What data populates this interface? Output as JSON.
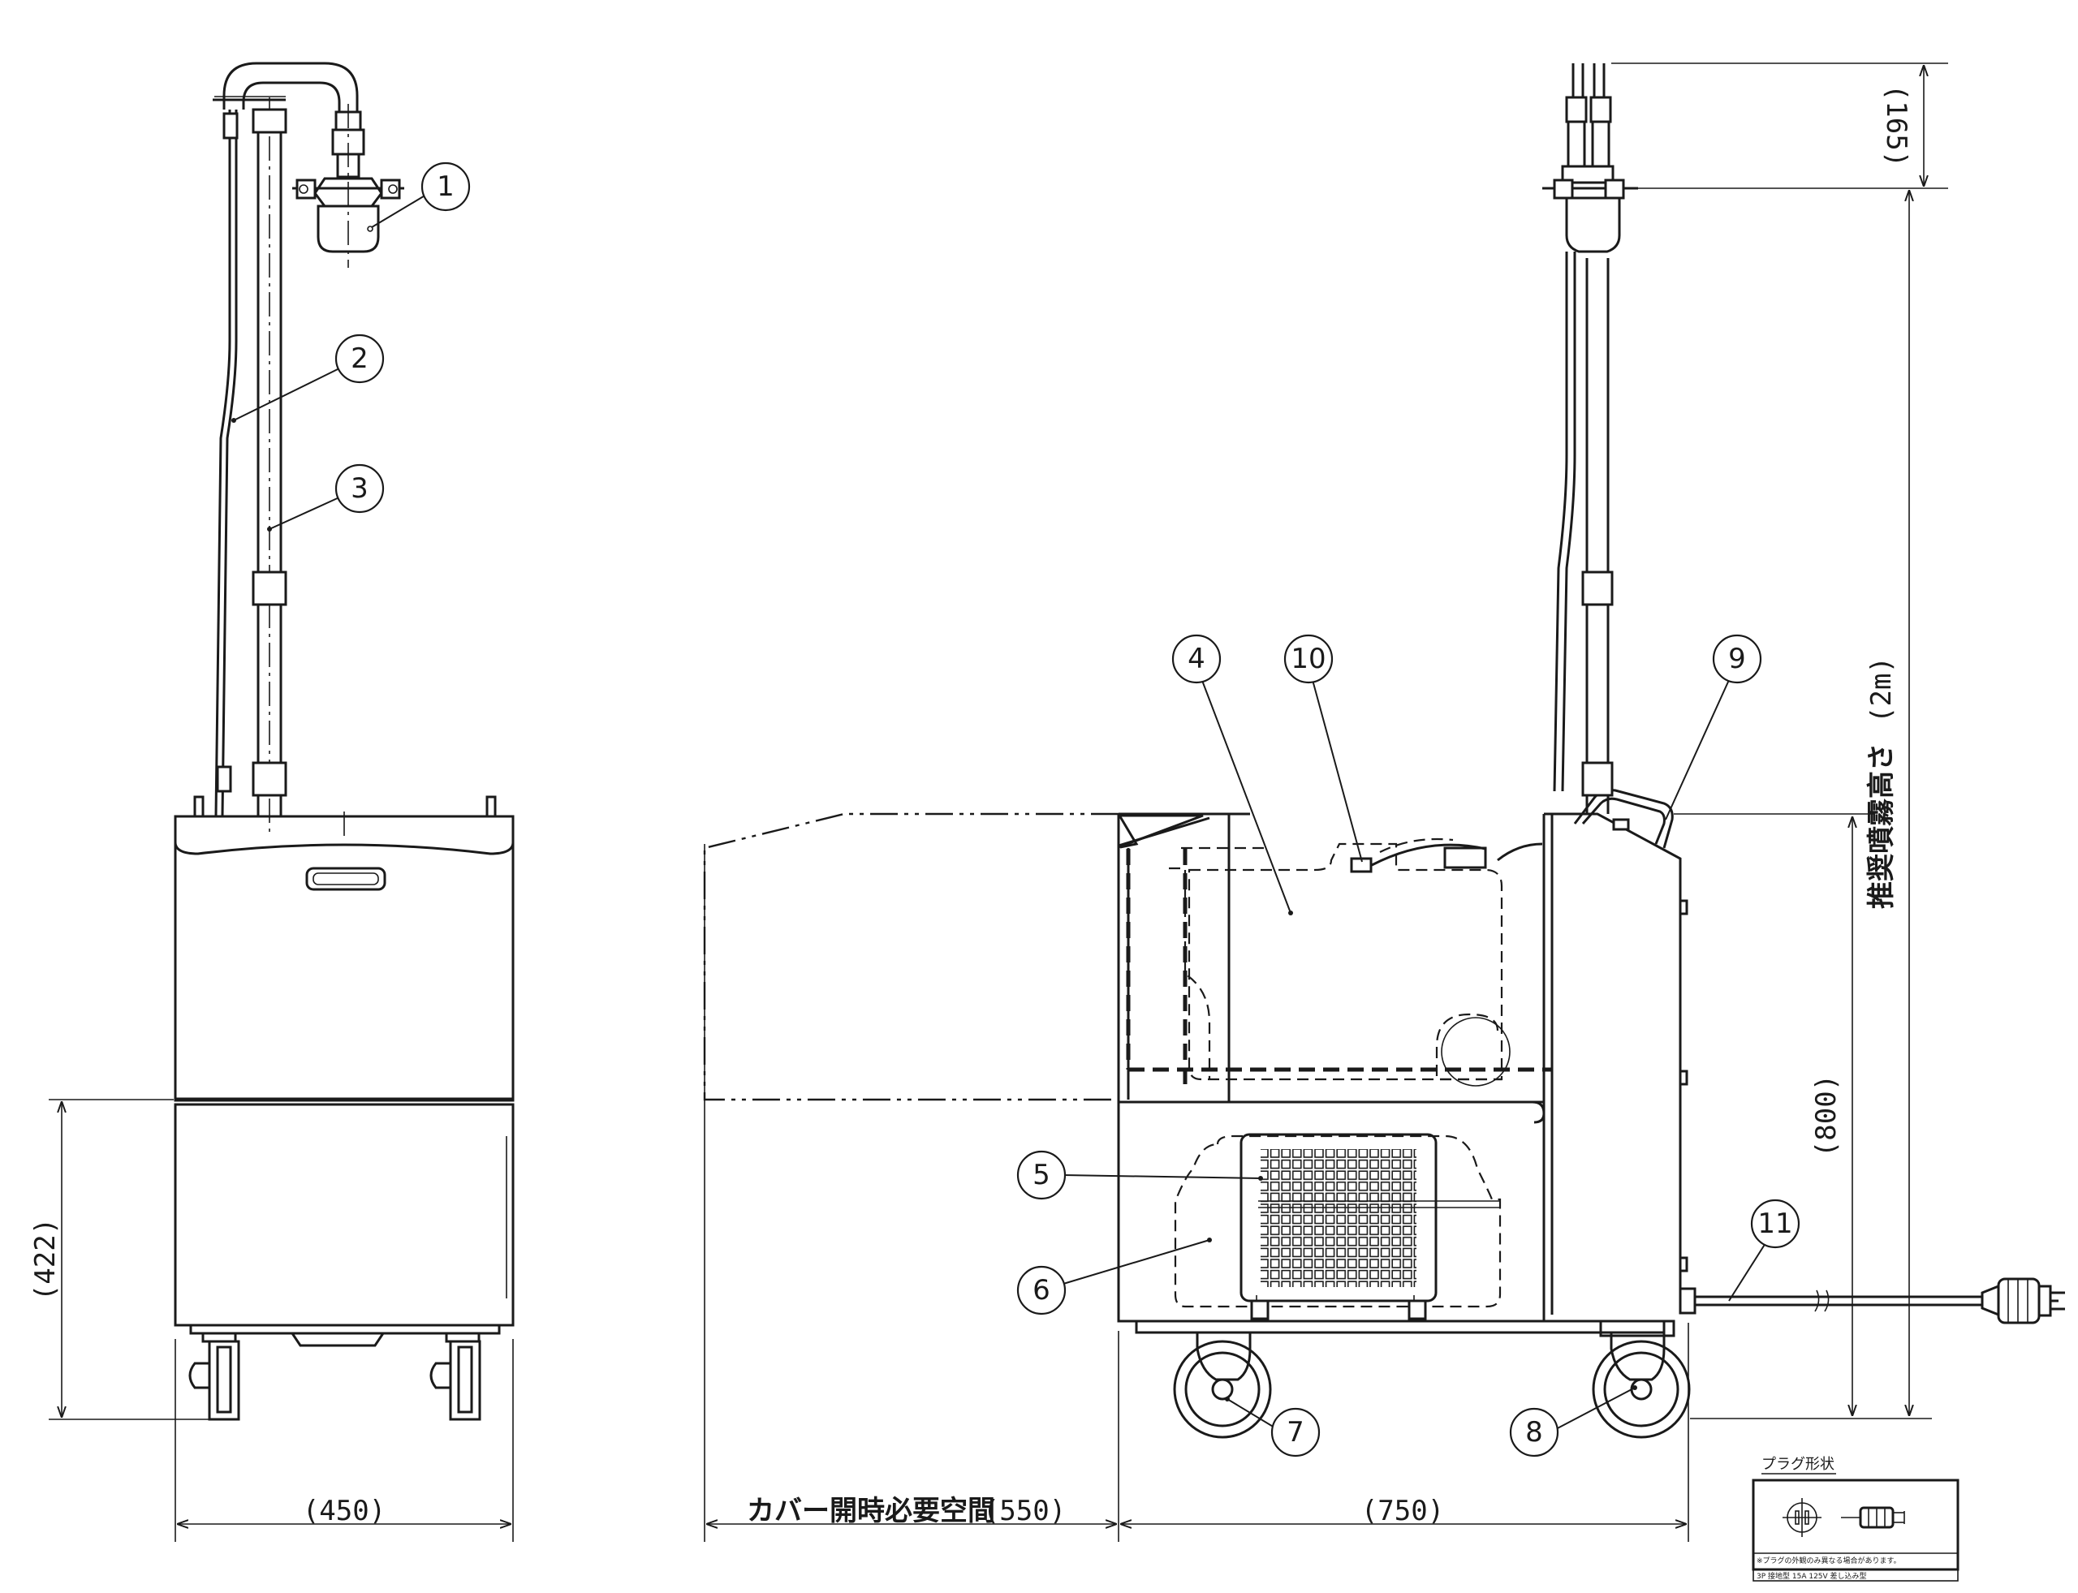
{
  "part_numbers": [
    "1",
    "2",
    "3",
    "4",
    "5",
    "6",
    "7",
    "8",
    "9",
    "10",
    "11"
  ],
  "dimensions": {
    "front_height_lower": "(422)",
    "front_width": "(450)",
    "cover_space_label": "カバー開時必要空間",
    "cover_space_value": "(550)",
    "side_depth": "(750)",
    "top_head": "(165)",
    "body_height": "(800)",
    "spray_height_label": "推奨噴霧高さ",
    "spray_height_value": "(2m)"
  },
  "plug_box": {
    "title": "プラグ形状",
    "note": "※プラグの外観のみ異なる場合があります。",
    "spec": "3P 接地型 15A 125V 差し込み型"
  }
}
